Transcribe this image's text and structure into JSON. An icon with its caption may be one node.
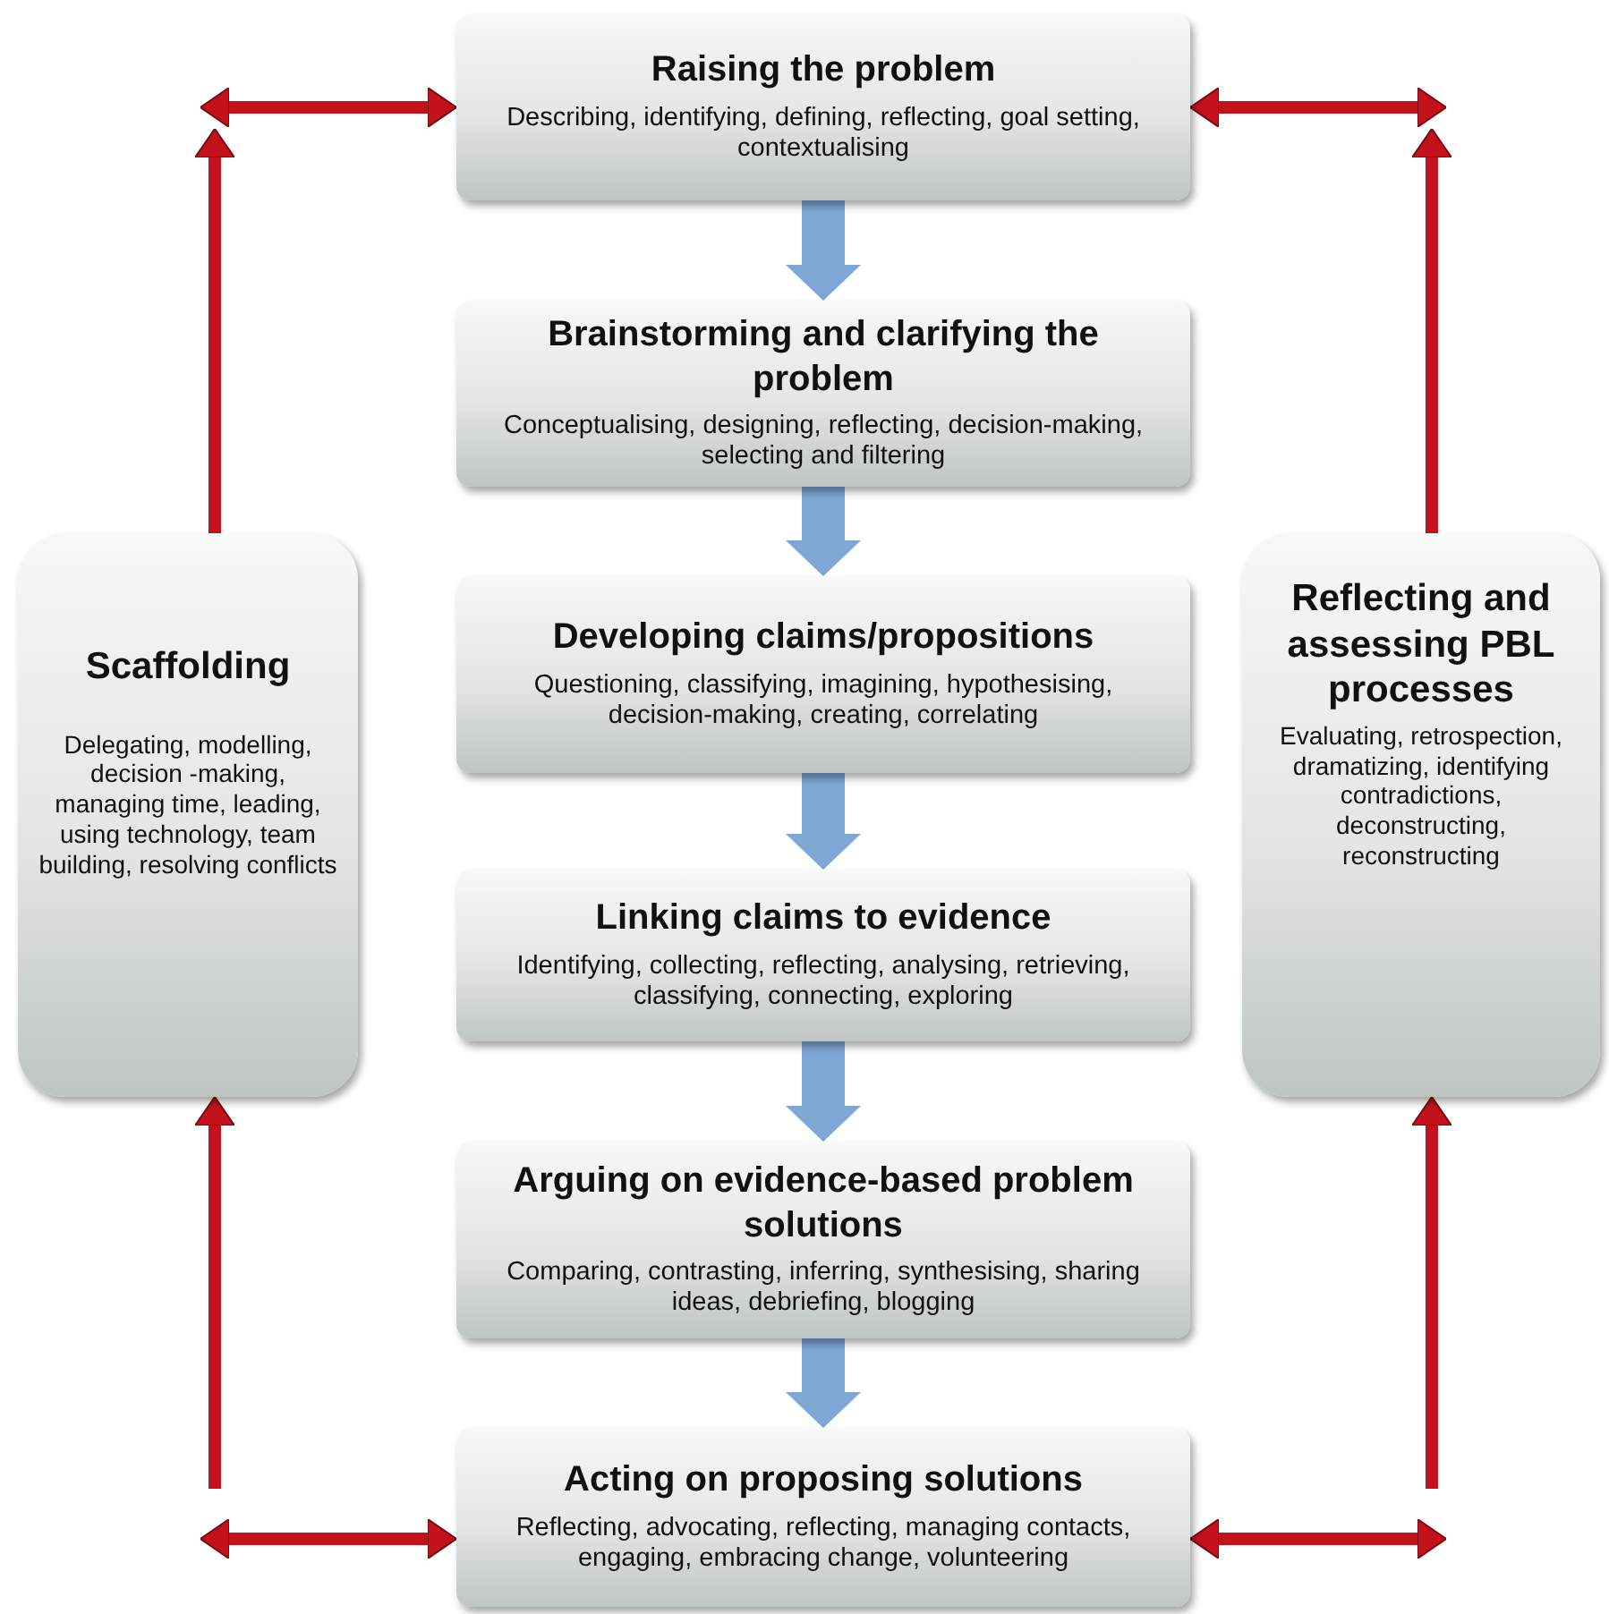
{
  "diagram": {
    "nodes": [
      {
        "text": [
          "Raising the problem",
          "Describing, identifying, defining, reflecting, goal setting, contextualising"
        ]
      },
      {
        "text": [
          "Brainstorming and clarifying the problem",
          "Conceptualising, designing, reflecting, decision-making, selecting and filtering"
        ]
      },
      {
        "text": [
          "Developing claims/propositions",
          "Questioning, classifying, imagining, hypothesising, decision-making, creating, correlating"
        ]
      },
      {
        "text": [
          "Linking claims to evidence",
          "Identifying, collecting, reflecting, analysing, retrieving, classifying, connecting, exploring"
        ]
      },
      {
        "text": [
          "Arguing on evidence-based problem solutions",
          "Comparing, contrasting, inferring, synthesising, sharing ideas, debriefing, blogging"
        ]
      },
      {
        "text": [
          "Acting on proposing solutions",
          "Reflecting, advocating, reflecting, managing contacts, engaging, embracing change, volunteering"
        ]
      },
      {
        "text": [
          "Scaffolding",
          "Delegating, modelling, decision -making, managing time, leading, using technology, team building, resolving conflicts"
        ]
      },
      {
        "text": [
          "Reflecting and assessing PBL processes",
          "Evaluating, retrospection, dramatizing, identifying contradictions, deconstructing, reconstructing"
        ]
      }
    ],
    "edges": [
      {
        "from": 0,
        "to": 1,
        "arrow": "to",
        "style": "thick",
        "color": "#7fa7d6"
      },
      {
        "from": 1,
        "to": 2,
        "arrow": "to",
        "style": "thick",
        "color": "#7fa7d6"
      },
      {
        "from": 2,
        "to": 3,
        "arrow": "to",
        "style": "thick",
        "color": "#7fa7d6"
      },
      {
        "from": 3,
        "to": 4,
        "arrow": "to",
        "style": "thick",
        "color": "#7fa7d6"
      },
      {
        "from": 4,
        "to": 5,
        "arrow": "to",
        "style": "thick",
        "color": "#7fa7d6"
      },
      {
        "from": null,
        "to": 0,
        "arrow": "both"
      },
      {
        "from": 6,
        "to": null,
        "arrow": "to"
      },
      {
        "from": 0,
        "to": null,
        "arrow": "both"
      },
      {
        "from": 7,
        "to": null,
        "arrow": "to"
      },
      {
        "from": null,
        "to": 5,
        "arrow": "both"
      },
      {
        "from": null,
        "to": 6,
        "arrow": "to"
      },
      {
        "from": 5,
        "to": null,
        "arrow": "both"
      },
      {
        "from": null,
        "to": 7,
        "arrow": "to"
      }
    ]
  }
}
